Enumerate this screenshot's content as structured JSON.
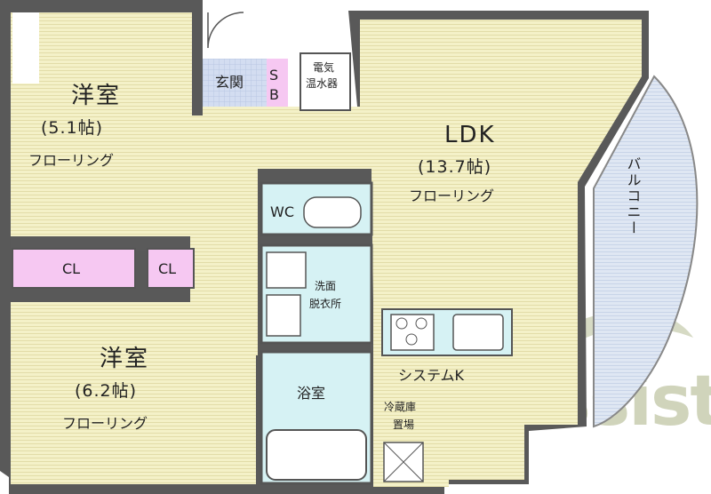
{
  "floorplan": {
    "rooms": {
      "west_room_upper": {
        "name": "洋室",
        "size": "(5.1帖)",
        "floor": "フローリング"
      },
      "west_room_lower": {
        "name": "洋室",
        "size": "(6.2帖)",
        "floor": "フローリング"
      },
      "ldk": {
        "name": "LDK",
        "size": "(13.7帖)",
        "floor": "フローリング"
      },
      "entrance": "玄関",
      "shoe_box": "SB",
      "water_heater": [
        "電気",
        "温水器"
      ],
      "toilet": "WC",
      "washroom": [
        "洗面",
        "脱衣所"
      ],
      "bathroom": "浴室",
      "kitchen": "システムK",
      "fridge": [
        "冷蔵庫",
        "置場"
      ],
      "balcony": "バルコニー",
      "closet_1": "CL",
      "closet_2": "CL"
    },
    "watermark": "Assist"
  },
  "colors": {
    "wall": "#555555",
    "floor_wood": "#f3f0c6",
    "balcony": "#dde6f2",
    "wet_area": "#d5f2f4",
    "entrance_tile": "#d2dcf0",
    "closet": "#f6c8f2",
    "watermark": "#c8cdb0"
  }
}
